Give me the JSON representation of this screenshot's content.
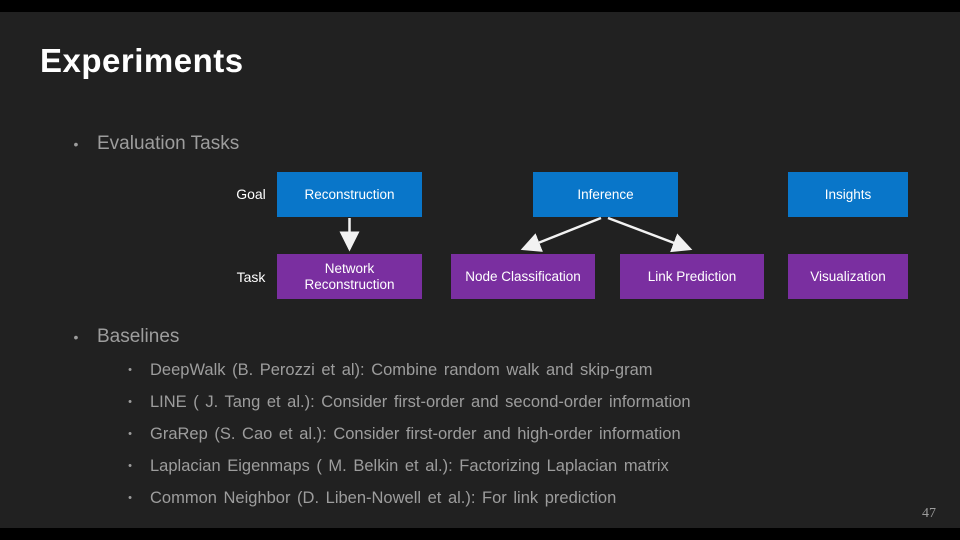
{
  "slide": {
    "title": "Experiments",
    "page_number": "47"
  },
  "colors": {
    "bg": "#212121",
    "bar": "#000000",
    "blue": "#0976c9",
    "purple": "#7a2fa0",
    "body-text": "#9d9d9d",
    "title-text": "#ffffff",
    "arrow": "#f2f2f2"
  },
  "bullet_char": "•",
  "evaluation": {
    "label": "Evaluation Tasks"
  },
  "diagram": {
    "row_labels": [
      {
        "label": "Goal"
      },
      {
        "label": "Task"
      }
    ],
    "goal_boxes": [
      {
        "label": "Reconstruction"
      },
      {
        "label": "Inference"
      },
      {
        "label": "Insights"
      }
    ],
    "task_boxes": [
      {
        "label": "Network Reconstruction"
      },
      {
        "label": "Node Classification"
      },
      {
        "label": "Link Prediction"
      },
      {
        "label": "Visualization"
      }
    ]
  },
  "baselines": {
    "label": "Baselines",
    "items": [
      {
        "text": "DeepWalk (B. Perozzi et al): Combine random walk and skip-gram"
      },
      {
        "text": "LINE ( J. Tang et al.): Consider first-order and second-order information"
      },
      {
        "text": "GraRep (S. Cao et al.): Consider first-order and high-order information"
      },
      {
        "text": "Laplacian Eigenmaps ( M. Belkin et al.): Factorizing Laplacian matrix"
      },
      {
        "text": "Common Neighbor (D. Liben-Nowell et al.): For link prediction"
      }
    ]
  }
}
